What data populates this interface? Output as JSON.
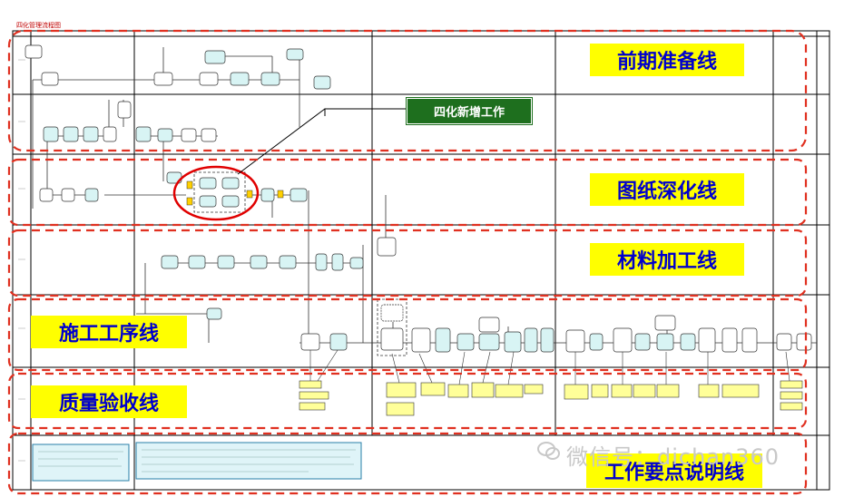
{
  "diagram": {
    "small_title": "四化管理流程图",
    "lane_labels": [
      {
        "text": "前期准备线"
      },
      {
        "text": "图纸深化线"
      },
      {
        "text": "材料加工线"
      },
      {
        "text": "施工工序线"
      },
      {
        "text": "质量验收线"
      },
      {
        "text": "工作要点说明线"
      }
    ],
    "callout": "四化新增工作",
    "watermark": "微信号：dichan360"
  },
  "colors": {
    "dash_red": "#e03020",
    "label_bg": "#ffff00",
    "label_text": "#0000cc",
    "callout_bg": "#1e6f1e",
    "node_fill": "#d8f4f4",
    "note_fill": "#ffff99",
    "ring_red": "#e00000"
  }
}
